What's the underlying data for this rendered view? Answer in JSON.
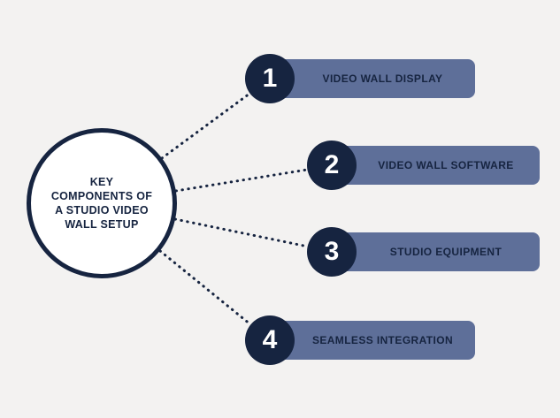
{
  "colors": {
    "navy": "#162440",
    "bar_fill": "#5e6f99",
    "hub_fill": "#ffffff",
    "background": "#f3f2f1"
  },
  "hub": {
    "title": "KEY\nCOMPONENTS OF\nA STUDIO VIDEO\nWALL SETUP"
  },
  "items": [
    {
      "number": "1",
      "label": "VIDEO WALL DISPLAY"
    },
    {
      "number": "2",
      "label": "VIDEO WALL SOFTWARE"
    },
    {
      "number": "3",
      "label": "STUDIO EQUIPMENT"
    },
    {
      "number": "4",
      "label": "SEAMLESS INTEGRATION"
    }
  ]
}
